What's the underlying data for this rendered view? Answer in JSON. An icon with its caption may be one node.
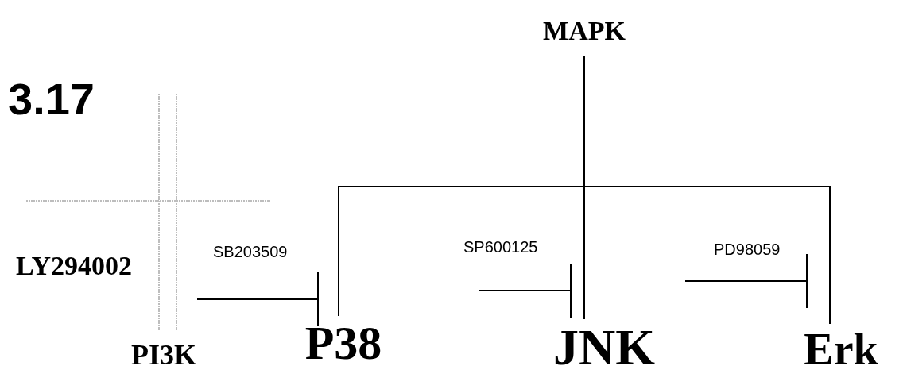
{
  "diagram": {
    "title": "3.17",
    "nodes": [
      {
        "text": [
          "MAPK"
        ]
      },
      {
        "text": [
          "P38"
        ]
      },
      {
        "text": [
          "JNK"
        ]
      },
      {
        "text": [
          "Erk"
        ]
      }
    ],
    "edges": [
      {
        "from": 0,
        "to": 1,
        "arrow": "none"
      },
      {
        "from": 0,
        "to": 2,
        "arrow": "none"
      },
      {
        "from": 0,
        "to": 3,
        "arrow": "none"
      },
      {
        "from": null,
        "to": 1,
        "arrow": "other",
        "label": "SB203509"
      },
      {
        "from": null,
        "to": 2,
        "arrow": "other",
        "label": "SP600125"
      },
      {
        "from": null,
        "to": 3,
        "arrow": "other",
        "label": "PD98059"
      }
    ],
    "labels": [
      "LY294002",
      "PI3K"
    ]
  }
}
